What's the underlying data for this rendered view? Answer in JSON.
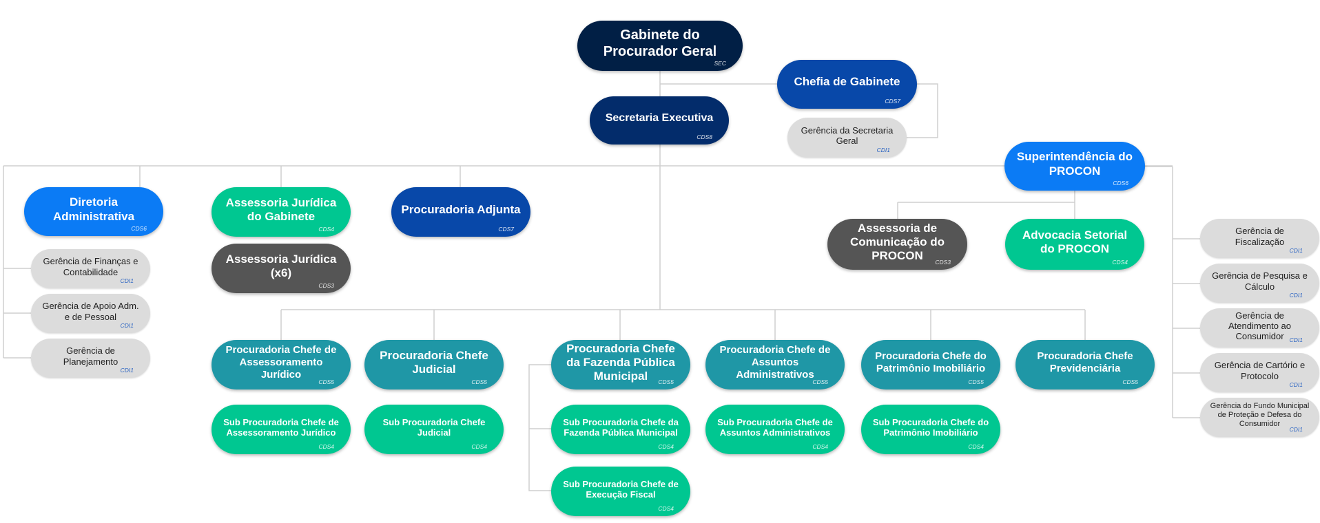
{
  "colors": {
    "navy": "#011f45",
    "dark_blue": "#032c6b",
    "medium_blue": "#0848a9",
    "bright_blue": "#0b7bf5",
    "teal": "#1f97a6",
    "green": "#00c791",
    "dark_grey": "#555555",
    "light_grey": "#dcdcdc",
    "code_blue": "#2a63c2",
    "connector": "#cfcfcf"
  },
  "nodes": {
    "gabinete": {
      "label": "Gabinete do Procurador Geral",
      "code": "SEC"
    },
    "chefia_gabinete": {
      "label": "Chefia de Gabinete",
      "code": "CDS7"
    },
    "gerencia_secretaria_geral": {
      "label": "Gerência da Secretaria Geral",
      "code": "CDI1"
    },
    "secretaria_executiva": {
      "label": "Secretaria Executiva",
      "code": "CDS8"
    },
    "diretoria_administrativa": {
      "label": "Diretoria Administrativa",
      "code": "CDS6"
    },
    "gerencia_financas": {
      "label": "Gerência de Finanças e Contabilidade",
      "code": "CDI1"
    },
    "gerencia_apoio": {
      "label": "Gerência de Apoio Adm. e de Pessoal",
      "code": "CDI1"
    },
    "gerencia_planejamento": {
      "label": "Gerência de Planejamento",
      "code": "CDI1"
    },
    "assessoria_gabinete": {
      "label": "Assessoria Jurídica do Gabinete",
      "code": "CDS4"
    },
    "assessoria_juridica": {
      "label": "Assessoria Jurídica (x6)",
      "code": "CDS3"
    },
    "procuradoria_adjunta": {
      "label": "Procuradoria Adjunta",
      "code": "CDS7"
    },
    "superintendencia_procon": {
      "label": "Superintendência do PROCON",
      "code": "CDS6"
    },
    "assessoria_comunicacao": {
      "label": "Assessoria de Comunicação do PROCON",
      "code": "CDS3"
    },
    "advocacia_setorial": {
      "label": "Advocacia Setorial do PROCON",
      "code": "CDS4"
    },
    "gerencia_fiscalizacao": {
      "label": "Gerência de Fiscalização",
      "code": "CDI1"
    },
    "gerencia_pesquisa": {
      "label": "Gerência de Pesquisa e Cálculo",
      "code": "CDI1"
    },
    "gerencia_atendimento": {
      "label": "Gerência de Atendimento ao Consumidor",
      "code": "CDI1"
    },
    "gerencia_cartorio": {
      "label": "Gerência de Cartório e Protocolo",
      "code": "CDI1"
    },
    "gerencia_fundo": {
      "label": "Gerência do Fundo Municipal de Proteção e Defesa do Consumidor",
      "code": "CDI1"
    },
    "pc_assessoramento": {
      "label": "Procuradoria Chefe de Assessoramento Jurídico",
      "code": "CDS5"
    },
    "pc_judicial": {
      "label": "Procuradoria Chefe Judicial",
      "code": "CDS5"
    },
    "pc_fazenda": {
      "label": "Procuradoria Chefe da Fazenda Pública Municipal",
      "code": "CDS5"
    },
    "pc_assuntos": {
      "label": "Procuradoria Chefe de Assuntos Administrativos",
      "code": "CDS5"
    },
    "pc_patrimonio": {
      "label": "Procuradoria Chefe do Patrimônio Imobiliário",
      "code": "CDS5"
    },
    "pc_previdenciaria": {
      "label": "Procuradoria Chefe Previdenciária",
      "code": "CDS5"
    },
    "sp_assessoramento": {
      "label": "Sub Procuradoria Chefe de Assessoramento Jurídico",
      "code": "CDS4"
    },
    "sp_judicial": {
      "label": "Sub Procuradoria Chefe Judicial",
      "code": "CDS4"
    },
    "sp_fazenda": {
      "label": "Sub Procuradoria Chefe da Fazenda Pública Municipal",
      "code": "CDS4"
    },
    "sp_execucao": {
      "label": "Sub Procuradoria Chefe de Execução Fiscal",
      "code": "CDS4"
    },
    "sp_assuntos": {
      "label": "Sub Procuradoria Chefe de Assuntos Administrativos",
      "code": "CDS4"
    },
    "sp_patrimonio": {
      "label": "Sub Procuradoria Chefe do Patrimônio Imobiliário",
      "code": "CDS4"
    }
  }
}
